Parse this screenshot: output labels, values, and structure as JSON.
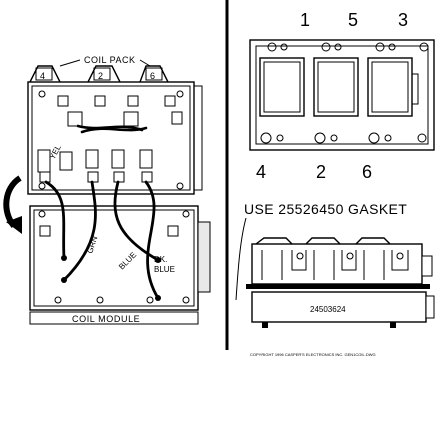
{
  "left_panel": {
    "coil_pack_label": "COIL PACK",
    "coil_module_label": "COIL MODULE",
    "tower_numbers": [
      "4",
      "2",
      "6"
    ],
    "wire_labels": {
      "yel": "YEL",
      "grn": "GRN",
      "blue": "BLUE",
      "dk_blue_line1": "DK.",
      "dk_blue_line2": "BLUE"
    }
  },
  "right_panel": {
    "top_numbers": [
      "1",
      "5",
      "3"
    ],
    "bottom_numbers": [
      "4",
      "2",
      "6"
    ],
    "gasket_note": "USE 25526450 GASKET",
    "part_number": "24503624",
    "copyright": "COPYRIGHT 1996 CASPER'S ELECTRONICS INC. GEN1COIL.DWG"
  }
}
